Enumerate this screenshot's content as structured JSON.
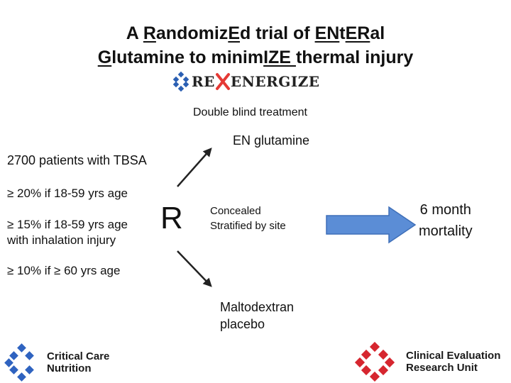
{
  "title": {
    "line1": {
      "p1": "A ",
      "u1": "R",
      "p2": "andomiz",
      "u2": "E",
      "p3": "d trial of ",
      "u3": "EN",
      "p4": "t",
      "u4": "ER",
      "p5": "al"
    },
    "line2": {
      "u1": "G",
      "p1": "lutamine to minim",
      "u2": "IZE ",
      "p2": "thermal injury"
    }
  },
  "logo": {
    "prefix": "RE",
    "suffix": "ENERGIZE",
    "colors": {
      "icon": "#2b5fb3",
      "x_mark": "#e53935",
      "text": "#222222"
    }
  },
  "diagram": {
    "treatment_note": "Double blind treatment",
    "arm_top": "EN glutamine",
    "population": "2700 patients with TBSA",
    "criteria": [
      "≥ 20% if 18-59 yrs age",
      "≥ 15% if 18-59 yrs age",
      "with inhalation injury",
      "≥ 10% if ≥ 60 yrs age"
    ],
    "randomize": "R",
    "allocation": [
      "Concealed",
      "Stratified by site"
    ],
    "arm_bottom": [
      "Maltodextran",
      "placebo"
    ],
    "outcome": [
      "6 month",
      "mortality"
    ],
    "arrow_color": "#5b8dd6"
  },
  "footer": {
    "left_org": [
      "Critical Care",
      "Nutrition"
    ],
    "right_org": [
      "Clinical Evaluation",
      "Research Unit"
    ],
    "colors": {
      "ccn_blue": "#2f63c0",
      "ceru_red": "#d6262f"
    }
  }
}
